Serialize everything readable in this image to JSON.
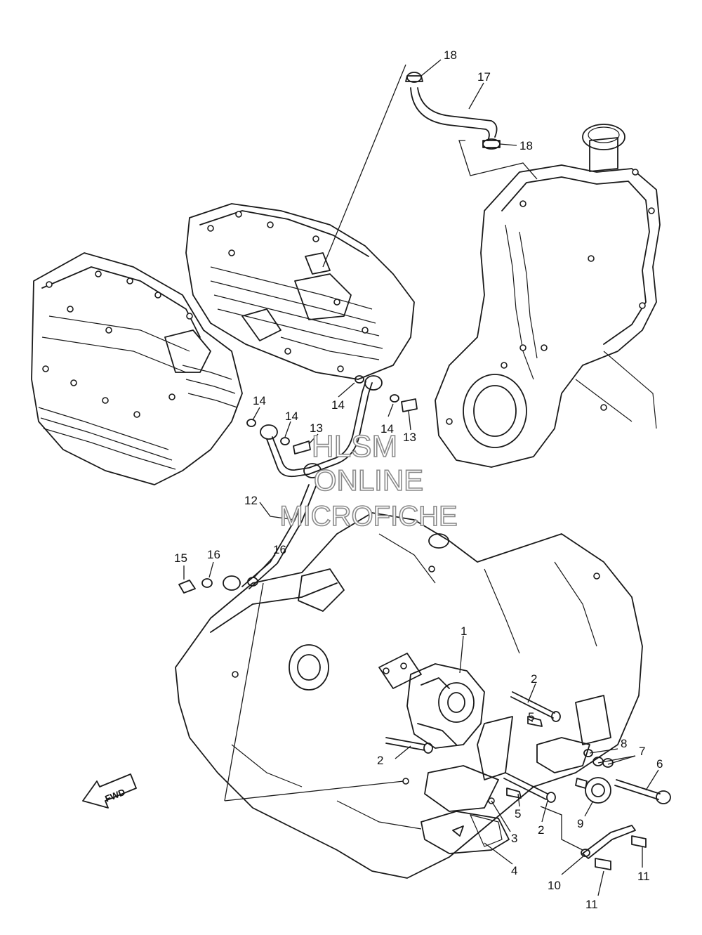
{
  "callouts": [
    {
      "id": "18a",
      "text": "18"
    },
    {
      "id": "17",
      "text": "17"
    },
    {
      "id": "18b",
      "text": "18"
    },
    {
      "id": "14a",
      "text": "14"
    },
    {
      "id": "14b",
      "text": "14"
    },
    {
      "id": "14c",
      "text": "14"
    },
    {
      "id": "14d",
      "text": "14"
    },
    {
      "id": "13a",
      "text": "13"
    },
    {
      "id": "13b",
      "text": "13"
    },
    {
      "id": "12",
      "text": "12"
    },
    {
      "id": "15",
      "text": "15"
    },
    {
      "id": "16a",
      "text": "16"
    },
    {
      "id": "16b",
      "text": "16"
    },
    {
      "id": "1",
      "text": "1"
    },
    {
      "id": "2a",
      "text": "2"
    },
    {
      "id": "2b",
      "text": "2"
    },
    {
      "id": "2c",
      "text": "2"
    },
    {
      "id": "5a",
      "text": "5"
    },
    {
      "id": "5b",
      "text": "5"
    },
    {
      "id": "8",
      "text": "8"
    },
    {
      "id": "7",
      "text": "7"
    },
    {
      "id": "6",
      "text": "6"
    },
    {
      "id": "9",
      "text": "9"
    },
    {
      "id": "3",
      "text": "3"
    },
    {
      "id": "4",
      "text": "4"
    },
    {
      "id": "10",
      "text": "10"
    },
    {
      "id": "11a",
      "text": "11"
    },
    {
      "id": "11b",
      "text": "11"
    }
  ],
  "watermark": {
    "line1": "HLSM",
    "line2": "ONLINE",
    "line3": "MICROFICHE"
  },
  "direction_arrow": {
    "label": "FWD"
  }
}
